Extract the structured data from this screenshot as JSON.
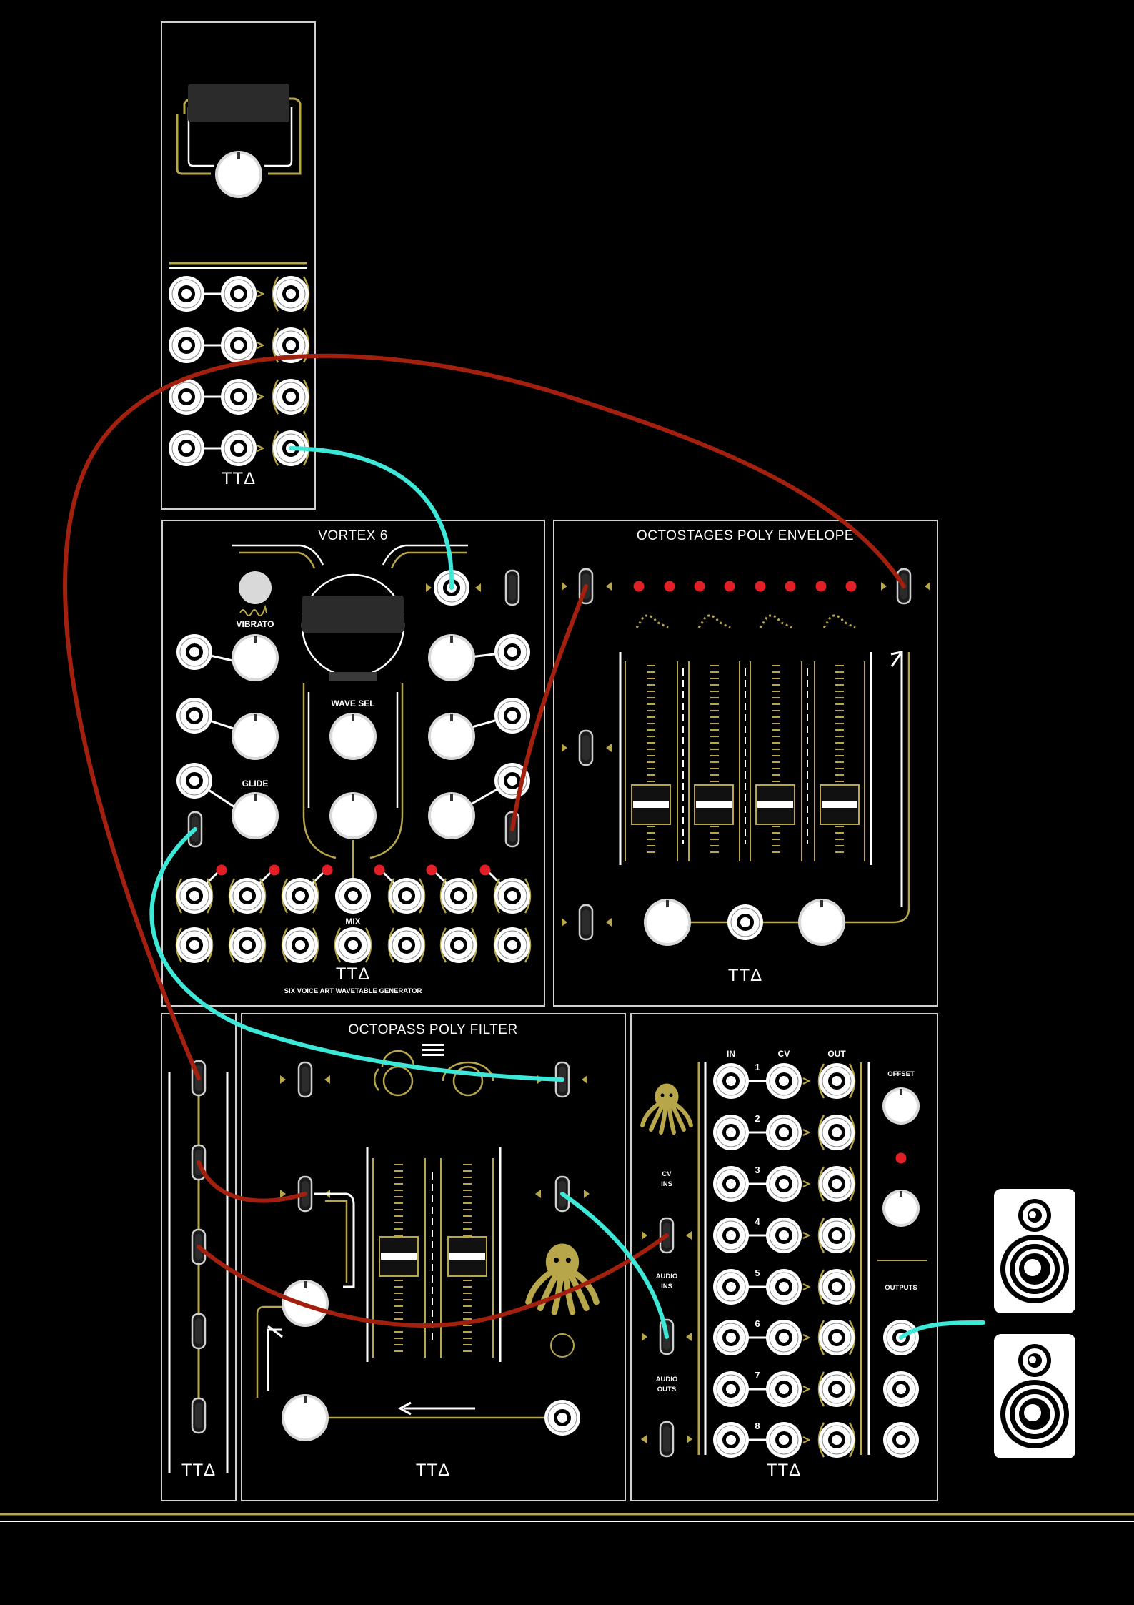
{
  "modules": {
    "utility": {
      "brand": "TTΔ"
    },
    "vortex": {
      "title": "VORTEX 6",
      "vibrato": "VIBRATO",
      "wave_sel": "WAVE SEL",
      "glide": "GLIDE",
      "mix": "MIX",
      "brand": "TTΔ",
      "subtitle": "SIX VOICE ART WAVETABLE GENERATOR"
    },
    "octostages": {
      "title": "OCTOSTAGES POLY ENVELOPE",
      "brand": "TTΔ"
    },
    "octopass": {
      "title": "OCTOPASS POLY FILTER",
      "brand": "TTΔ"
    },
    "narrow": {
      "brand": "TTΔ"
    },
    "mixer": {
      "in": "IN",
      "cv": "CV",
      "out": "OUT",
      "offset": "OFFSET",
      "cv_ins": [
        "CV",
        "INS"
      ],
      "audio_ins": [
        "AUDIO",
        "INS"
      ],
      "audio_outs": [
        "AUDIO",
        "OUTS"
      ],
      "outputs": "OUTPUTS",
      "channels": [
        "1",
        "2",
        "3",
        "4",
        "5",
        "6",
        "7",
        "8"
      ],
      "brand": "TTΔ"
    }
  },
  "colors": {
    "background": "#000000",
    "panel": "#000000",
    "panel_border": "#cfcfcf",
    "accent_gold": "#b7a64a",
    "led_red": "#e21f26",
    "cable_red": "#a3200f",
    "cable_cyan": "#3ee8d8",
    "jack_white": "#ffffff"
  },
  "icons": {
    "octopus": "octopus-logo-icon",
    "speaker": "speaker-icon",
    "menu": "hamburger-menu-icon"
  }
}
